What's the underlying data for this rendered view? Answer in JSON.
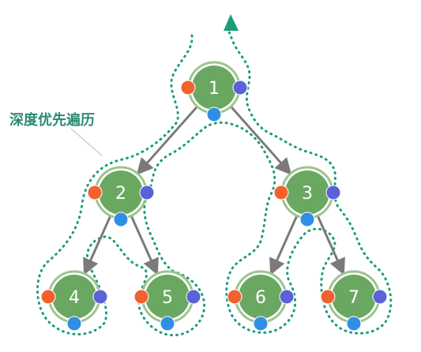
{
  "title": "深度优先遍历",
  "colors": {
    "node_fill": "#6aa861",
    "node_ring": "#9dc48f",
    "edge": "#7a7a7a",
    "path": "#1a9e7a",
    "pre_dot": "#f2622c",
    "in_dot": "#5b61d6",
    "post_dot": "#2f8fe4"
  },
  "nodes": [
    {
      "id": "1",
      "label": "1"
    },
    {
      "id": "2",
      "label": "2"
    },
    {
      "id": "3",
      "label": "3"
    },
    {
      "id": "4",
      "label": "4"
    },
    {
      "id": "5",
      "label": "5"
    },
    {
      "id": "6",
      "label": "6"
    },
    {
      "id": "7",
      "label": "7"
    }
  ],
  "edges": [
    {
      "from": "1",
      "to": "2"
    },
    {
      "from": "1",
      "to": "3"
    },
    {
      "from": "2",
      "to": "4"
    },
    {
      "from": "2",
      "to": "5"
    },
    {
      "from": "3",
      "to": "6"
    },
    {
      "from": "3",
      "to": "7"
    }
  ]
}
